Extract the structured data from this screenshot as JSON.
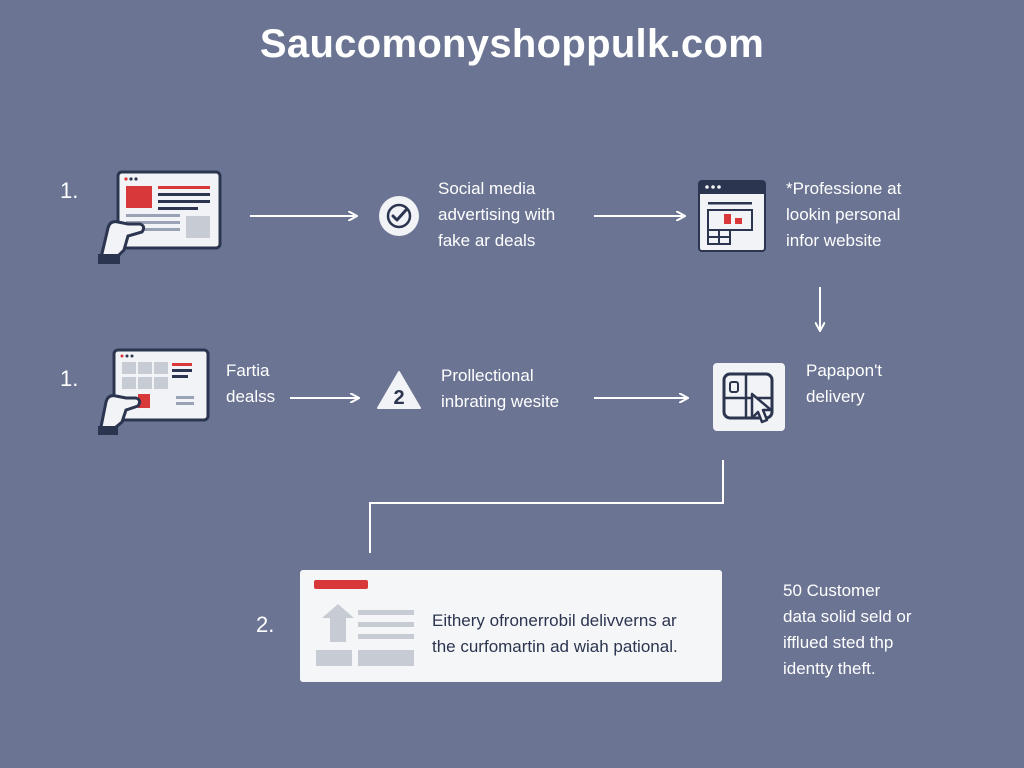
{
  "title": "Saucomonyshoppulk.com",
  "rows": [
    {
      "number": "1.",
      "step1_lines": [],
      "step2_lines": [
        "Social media",
        "advertising with",
        "fake ar deals"
      ],
      "step3_lines": [
        "*Professione at",
        "lookin personal",
        "infor website"
      ]
    },
    {
      "number": "1.",
      "step1_lines": [
        "Fartia",
        "dealss"
      ],
      "step2_badge": "2",
      "step2_lines": [
        "Prollectional",
        "inbrating wesite"
      ],
      "step3_lines": [
        "Papapon't",
        "delivery"
      ]
    },
    {
      "number": "2.",
      "card_lines": [
        "Eithery ofronerrobil delivverns ar",
        "the curfomartin ad wiah pational."
      ],
      "side_lines": [
        "50 Customer",
        "data solid seld or",
        "ifflued sted thp",
        "identty theft."
      ]
    }
  ],
  "colors": {
    "background": "#6b7593",
    "accent_red": "#d9383a",
    "icon_navy": "#2c3550",
    "card_bg": "#f5f6f8",
    "placeholder_gray": "#c7ccd4"
  },
  "icons": [
    "tablet-hand-icon",
    "checkmark-circle-icon",
    "browser-window-icon",
    "warning-triangle-icon",
    "click-cursor-icon",
    "upload-document-icon"
  ]
}
